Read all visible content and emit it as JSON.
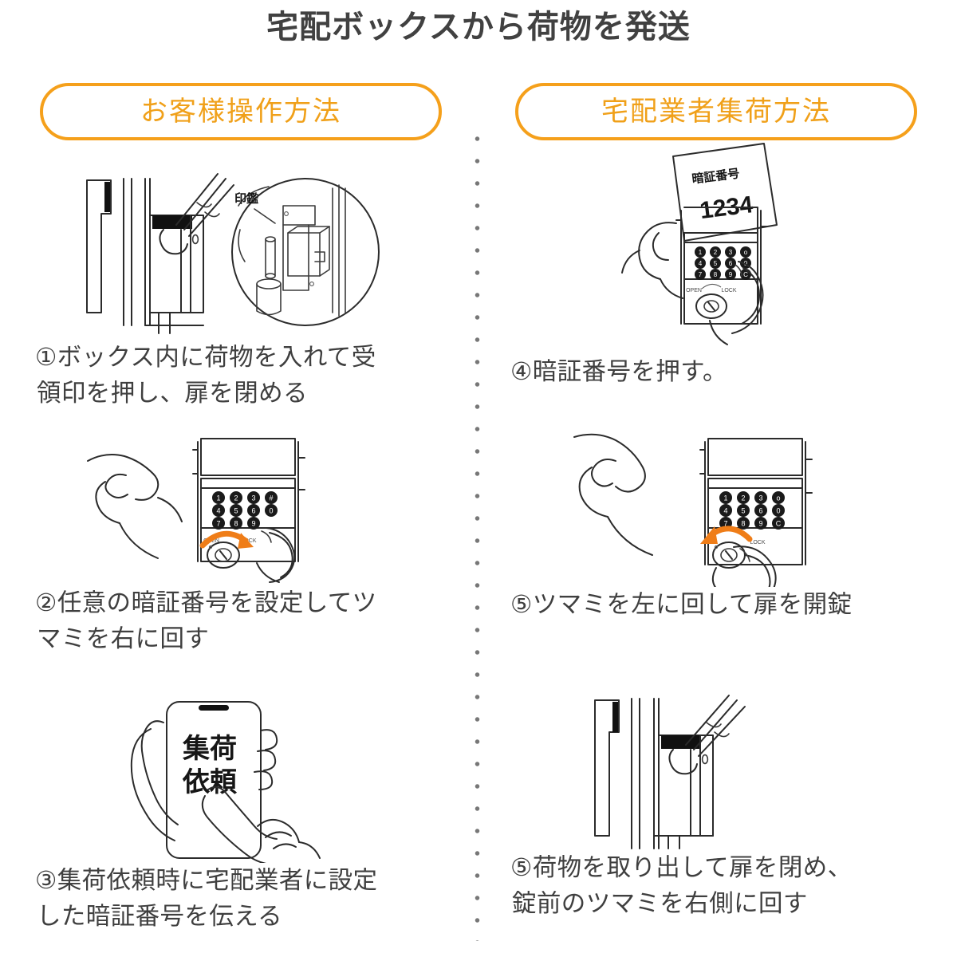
{
  "page": {
    "title": "宅配ボックスから荷物を発送",
    "background_color": "#ffffff",
    "accent_color": "#f0a019",
    "text_color": "#3f3f3f"
  },
  "divider": {
    "style": "vertical-dotted",
    "color": "#777777"
  },
  "columns": [
    {
      "id": "customer",
      "header": "お客様操作方法",
      "steps": [
        {
          "number": "①",
          "caption": "①ボックス内に荷物を入れて受\n領印を押し、扉を閉める",
          "figure": "delivery-box-door-with-hand-and-seal-closeup",
          "labels": {
            "callout": "印鑑"
          }
        },
        {
          "number": "②",
          "caption": "②任意の暗証番号を設定してツ\nマミを右に回す",
          "figure": "keypad-set-code-turn-knob-right",
          "keypad": {
            "rows": [
              [
                "1",
                "2",
                "3",
                "#"
              ],
              [
                "4",
                "5",
                "6",
                "0"
              ],
              [
                "7",
                "8",
                "9",
                ""
              ]
            ]
          },
          "knob_labels": {
            "left": "OPEN",
            "right": "LOCK"
          },
          "arrow_direction": "clockwise"
        },
        {
          "number": "③",
          "caption": "③集荷依頼時に宅配業者に設定\nした暗証番号を伝える",
          "figure": "smartphone-pickup-request-in-hand",
          "phone_screen": {
            "line1": "集荷",
            "line2": "依頼"
          }
        }
      ]
    },
    {
      "id": "courier",
      "header": "宅配業者集荷方法",
      "steps": [
        {
          "number": "④",
          "caption": "④暗証番号を押す。",
          "figure": "hand-entering-code-with-memo-note",
          "memo": {
            "title": "暗証番号",
            "code": "1234"
          },
          "keypad": {
            "rows": [
              [
                "1",
                "2",
                "3",
                "o"
              ],
              [
                "4",
                "5",
                "6",
                "0"
              ],
              [
                "7",
                "8",
                "9",
                "C"
              ]
            ]
          },
          "knob_labels": {
            "left": "OPEN",
            "right": "LOCK"
          }
        },
        {
          "number": "⑤",
          "caption": "⑤ツマミを左に回して扉を開錠",
          "figure": "turn-knob-left-to-unlock",
          "keypad": {
            "rows": [
              [
                "1",
                "2",
                "3",
                "o"
              ],
              [
                "4",
                "5",
                "6",
                "0"
              ],
              [
                "7",
                "8",
                "9",
                "C"
              ]
            ]
          },
          "knob_labels": {
            "right": "LOCK"
          },
          "arrow_direction": "counter-clockwise"
        },
        {
          "number": "⑤",
          "caption": "⑤荷物を取り出して扉を閉め、\n錠前のツマミを右側に回す",
          "figure": "remove-parcel-close-door-turn-knob-right"
        }
      ]
    }
  ]
}
